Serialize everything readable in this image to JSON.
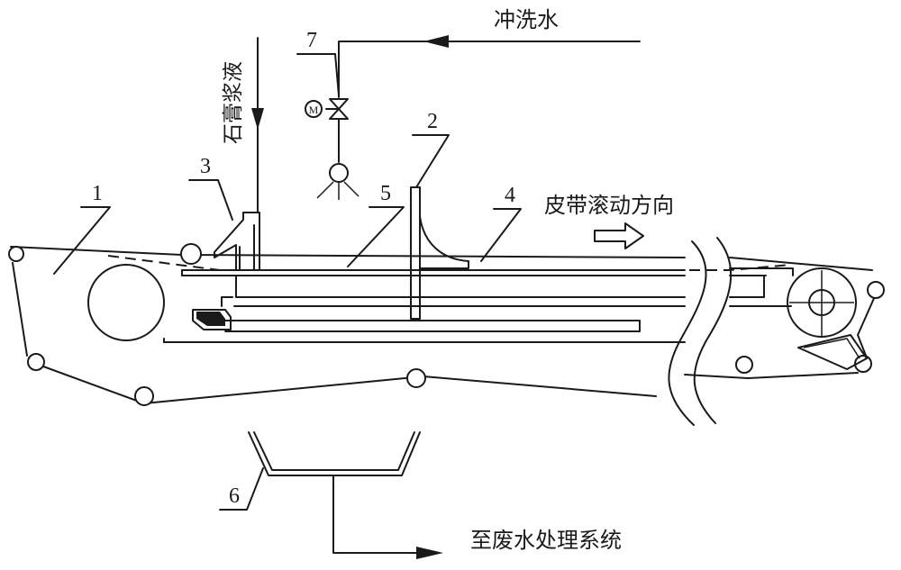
{
  "labels": {
    "flush_water": "冲洗水",
    "gypsum_slurry": "石膏浆液",
    "belt_direction": "皮带滚动方向",
    "to_wastewater": "至废水处理系统",
    "motor_symbol": "M"
  },
  "parts": [
    "1",
    "2",
    "3",
    "4",
    "5",
    "6",
    "7"
  ]
}
